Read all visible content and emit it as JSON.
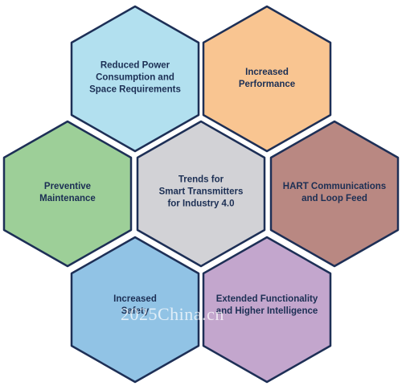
{
  "hexagons": [
    {
      "label": "Reduced Power\nConsumption and\nSpace Requirements",
      "fill": "#b2e0ef",
      "icon": "hexagon"
    },
    {
      "label": "Increased\nPerformance",
      "fill": "#f9c591",
      "icon": "hexagon"
    },
    {
      "label": "Preventive\nMaintenance",
      "fill": "#9dcf98",
      "icon": "hexagon"
    },
    {
      "label": "Trends for\nSmart Transmitters\nfor Industry 4.0",
      "fill": "#d2d2d6",
      "icon": "hexagon"
    },
    {
      "label": "HART Communications\nand Loop Feed",
      "fill": "#b98882",
      "icon": "hexagon"
    },
    {
      "label": "Increased\nSafety",
      "fill": "#91c3e5",
      "icon": "hexagon"
    },
    {
      "label": "Extended Functionality\nand Higher Intelligence",
      "fill": "#c3a6cd",
      "icon": "hexagon"
    }
  ],
  "colors": {
    "stroke": "#1d2f56",
    "text": "#1c2f54"
  },
  "watermark": "2025China.cn"
}
